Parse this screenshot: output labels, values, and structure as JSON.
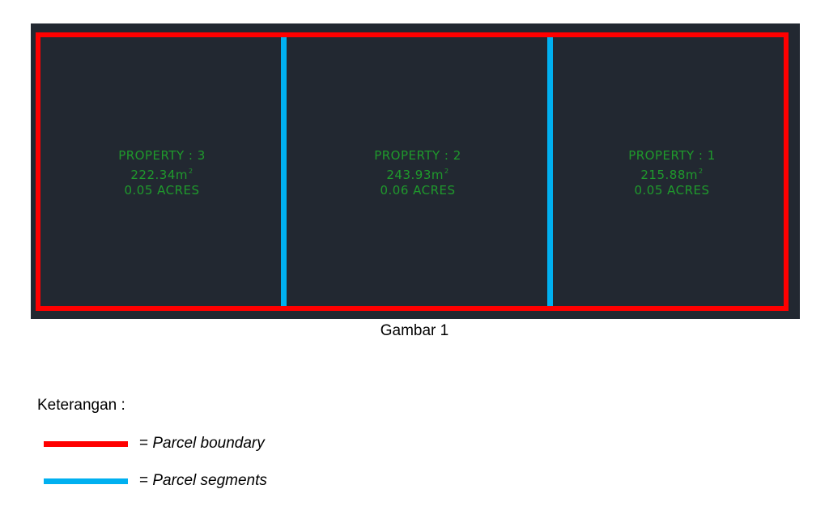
{
  "parcels": [
    {
      "name": "PROPERTY : 3",
      "area_value": "222.34m",
      "area_unit_sup": "2",
      "acres": "0.05 ACRES"
    },
    {
      "name": "PROPERTY : 2",
      "area_value": "243.93m",
      "area_unit_sup": "2",
      "acres": "0.06 ACRES"
    },
    {
      "name": "PROPERTY : 1",
      "area_value": "215.88m",
      "area_unit_sup": "2",
      "acres": "0.05 ACRES"
    }
  ],
  "caption": "Gambar 1",
  "legend": {
    "title": "Keterangan :",
    "items": [
      {
        "prefix": "= ",
        "label": "Parcel boundary",
        "color": "#ff0000"
      },
      {
        "prefix": "= ",
        "label": "Parcel segments",
        "color": "#00b0f0"
      }
    ]
  },
  "colors": {
    "canvas_bg": "#222831",
    "boundary": "#ff0000",
    "segment": "#00b0f0",
    "label_text": "#1f9a2c"
  }
}
